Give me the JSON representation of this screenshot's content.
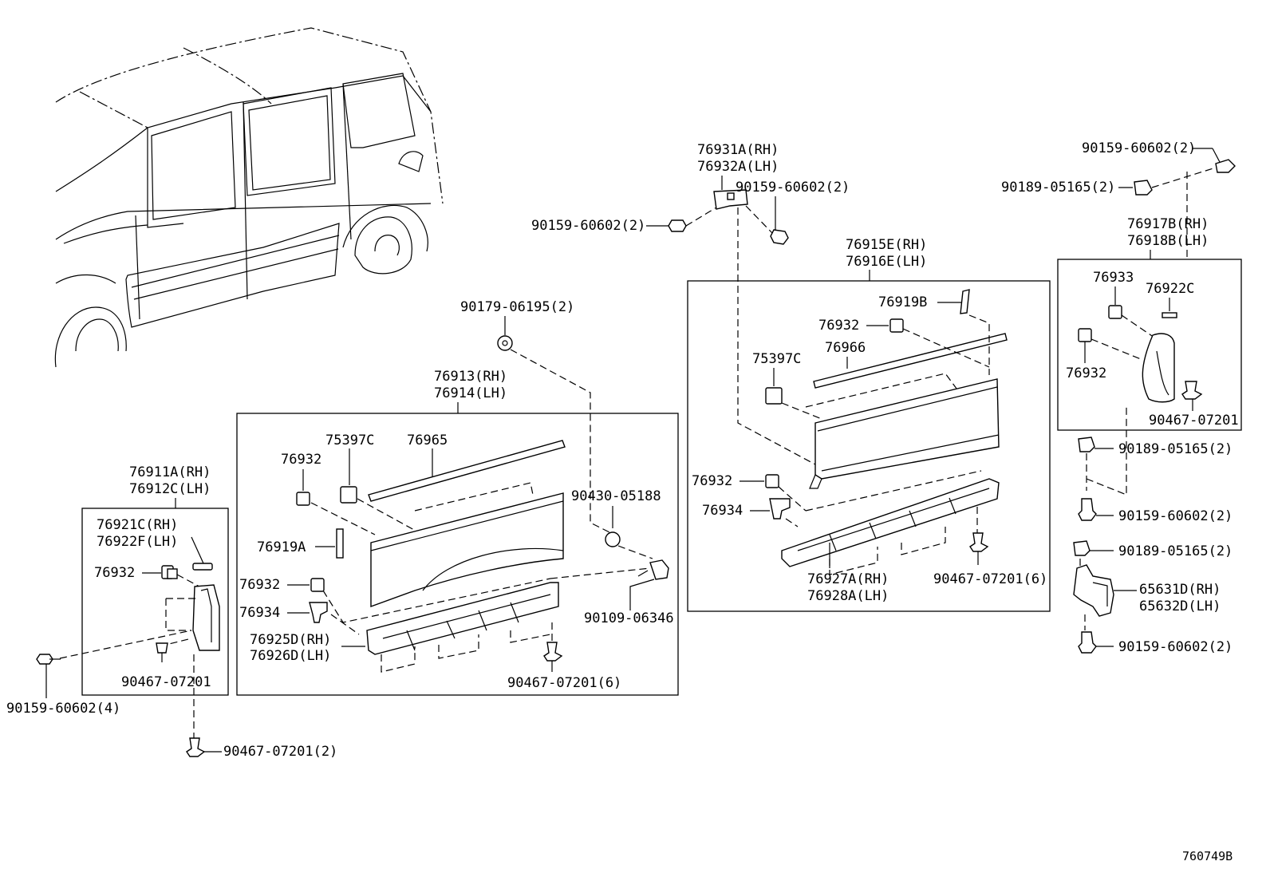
{
  "diagram_code": "760749B",
  "labels": {
    "p90159_60602_2_a": "90159-60602(2)",
    "p90189_05165_2_a": "90189-05165(2)",
    "p76917B": "76917B(RH)",
    "p76918B": "76918B(LH)",
    "p76933": "76933",
    "p76922C": "76922C",
    "p76932_r": "76932",
    "p90467_07201_r": "90467-07201",
    "p90189_05165_2_b": "90189-05165(2)",
    "p90159_60602_2_b": "90159-60602(2)",
    "p90189_05165_2_c": "90189-05165(2)",
    "p65631D": "65631D(RH)",
    "p65632D": "65632D(LH)",
    "p90159_60602_2_c": "90159-60602(2)",
    "p76931A": "76931A(RH)",
    "p76932A": "76932A(LH)",
    "p90159_60602_2_d": "90159-60602(2)",
    "p90159_60602_2_e": "90159-60602(2)",
    "p76915E": "76915E(RH)",
    "p76916E": "76916E(LH)",
    "p76919B": "76919B",
    "p76932_m": "76932",
    "p76966": "76966",
    "p75397C_m": "75397C",
    "p76932_m2": "76932",
    "p76934_m": "76934",
    "p76927A": "76927A(RH)",
    "p76928A": "76928A(LH)",
    "p90467_07201_6_m": "90467-07201(6)",
    "p90179_06195": "90179-06195(2)",
    "p76913": "76913(RH)",
    "p76914": "76914(LH)",
    "p75397C_c": "75397C",
    "p76965": "76965",
    "p76932_c": "76932",
    "p90430_05188": "90430-05188",
    "p76919A": "76919A",
    "p76932_c2": "76932",
    "p76934_c": "76934",
    "p76925D": "76925D(RH)",
    "p76926D": "76926D(LH)",
    "p90109_06346": "90109-06346",
    "p90467_07201_6_c": "90467-07201(6)",
    "p76911A": "76911A(RH)",
    "p76912C": "76912C(LH)",
    "p76921C": "76921C(RH)",
    "p76922F": "76922F(LH)",
    "p76932_l": "76932",
    "p90467_07201_l": "90467-07201",
    "p90159_60602_4": "90159-60602(4)",
    "p90467_07201_2": "90467-07201(2)"
  }
}
